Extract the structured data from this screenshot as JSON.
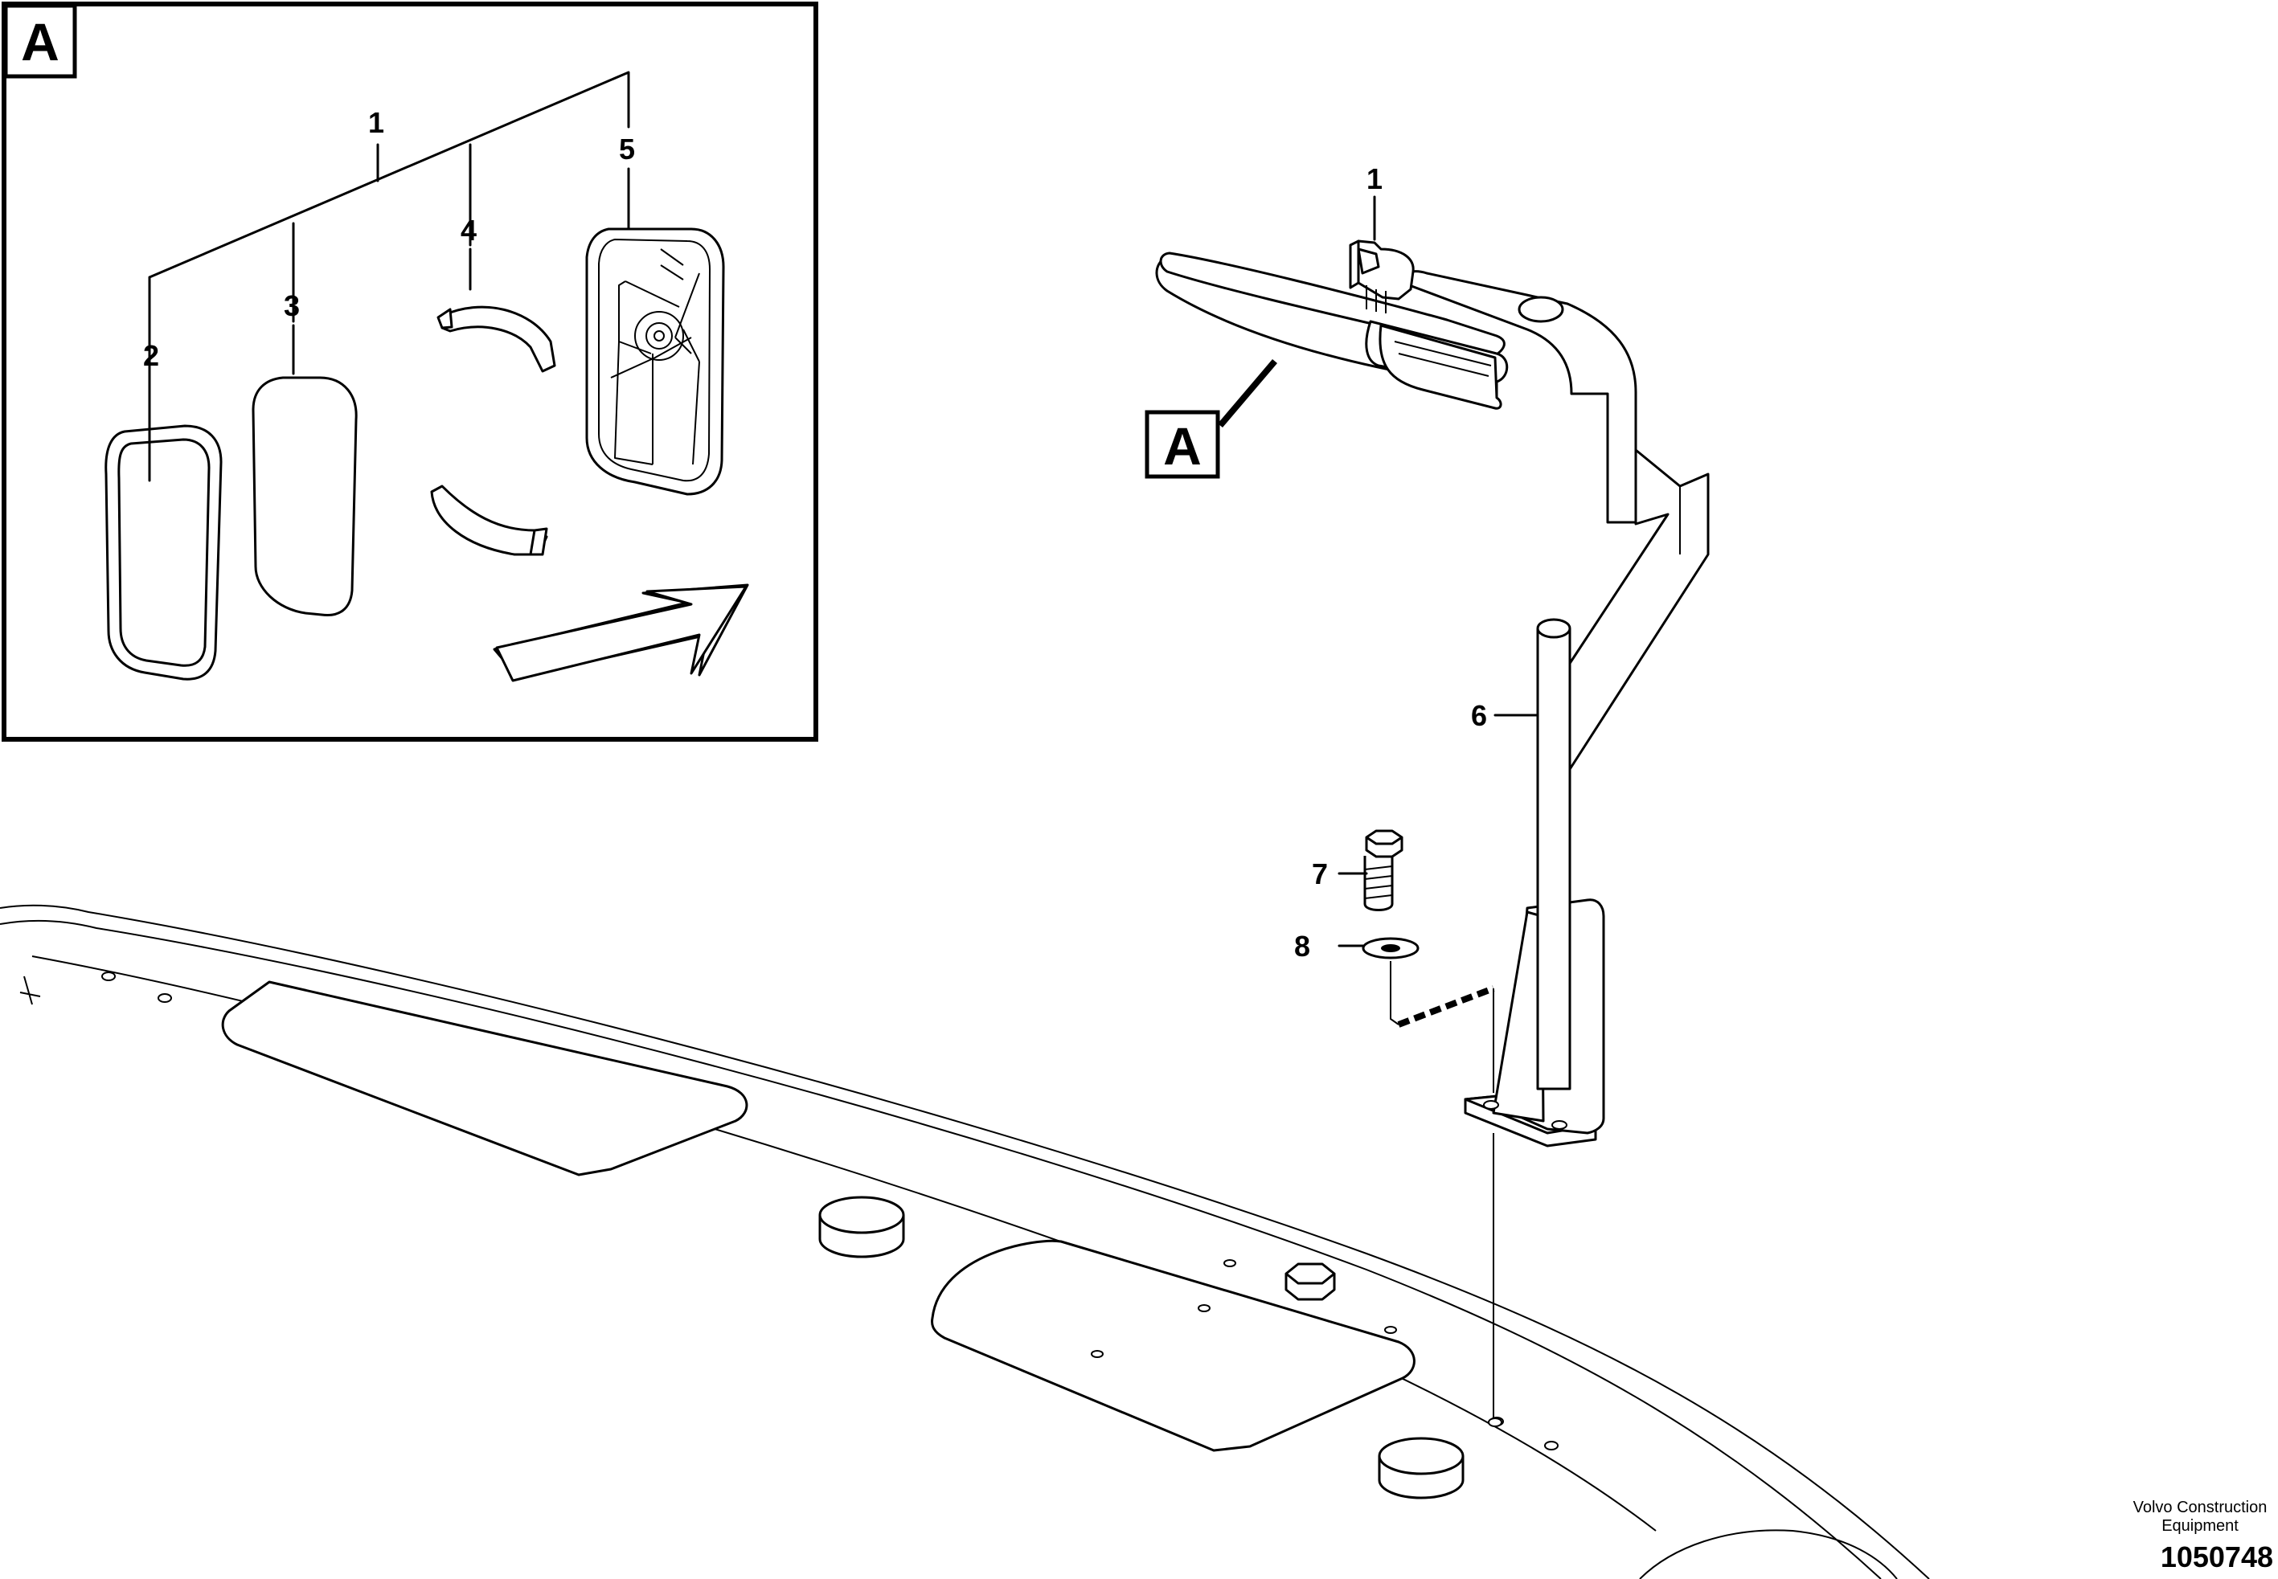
{
  "detail_view": {
    "label": "A",
    "callouts": {
      "c1": "1",
      "c2": "2",
      "c3": "3",
      "c4": "4",
      "c5": "5"
    }
  },
  "main_view": {
    "detail_reference": "A",
    "callouts": {
      "c1": "1",
      "c6": "6",
      "c7": "7",
      "c8": "8"
    }
  },
  "footer": {
    "brand_line1": "Volvo Construction",
    "brand_line2": "Equipment",
    "document_number": "1050748"
  }
}
